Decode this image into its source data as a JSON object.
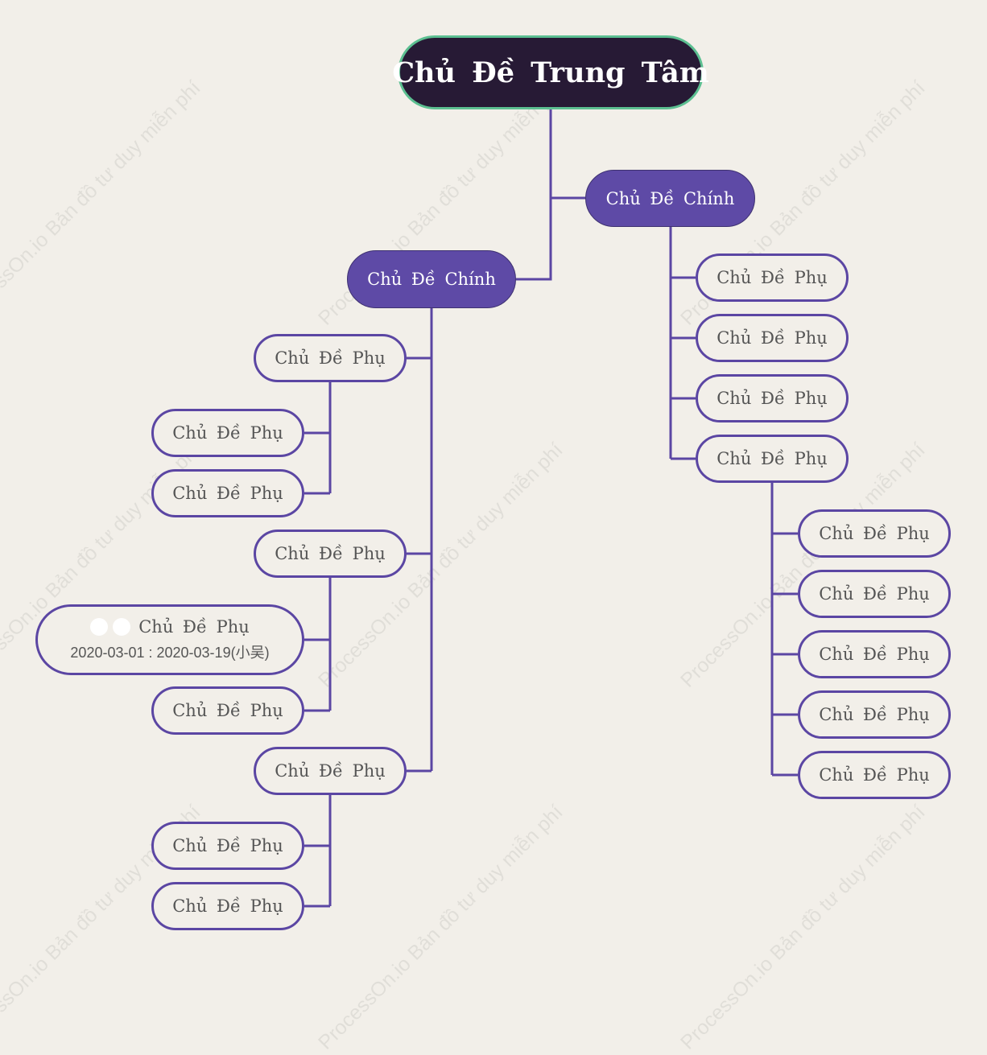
{
  "watermark": "ProcessOn.io Bản đồ tư duy miễn phí",
  "colors": {
    "background": "#f2efe9",
    "root_fill": "#271a35",
    "root_border": "#5cbf91",
    "main_fill": "#5e4aa6",
    "line": "#5b46a3"
  },
  "root": {
    "label": "Chủ Đề Trung Tâm"
  },
  "main_left": {
    "label": "Chủ Đề Chính"
  },
  "main_right": {
    "label": "Chủ Đề Chính"
  },
  "left": {
    "g1": {
      "label": "Chủ Đề Phụ",
      "c1": "Chủ Đề Phụ",
      "c2": "Chủ Đề Phụ"
    },
    "g2": {
      "label": "Chủ Đề Phụ",
      "c1": {
        "label": "Chủ Đề Phụ",
        "date": "2020-03-01 : 2020-03-19(小吴)"
      },
      "c2": "Chủ Đề Phụ"
    },
    "g3": {
      "label": "Chủ Đề Phụ",
      "c1": "Chủ Đề Phụ",
      "c2": "Chủ Đề Phụ"
    }
  },
  "right": {
    "r1": "Chủ Đề Phụ",
    "r2": "Chủ Đề Phụ",
    "r3": "Chủ Đề Phụ",
    "r4": {
      "label": "Chủ Đề Phụ",
      "c1": "Chủ Đề Phụ",
      "c2": "Chủ Đề Phụ",
      "c3": "Chủ Đề Phụ",
      "c4": "Chủ Đề Phụ",
      "c5": "Chủ Đề Phụ"
    }
  }
}
